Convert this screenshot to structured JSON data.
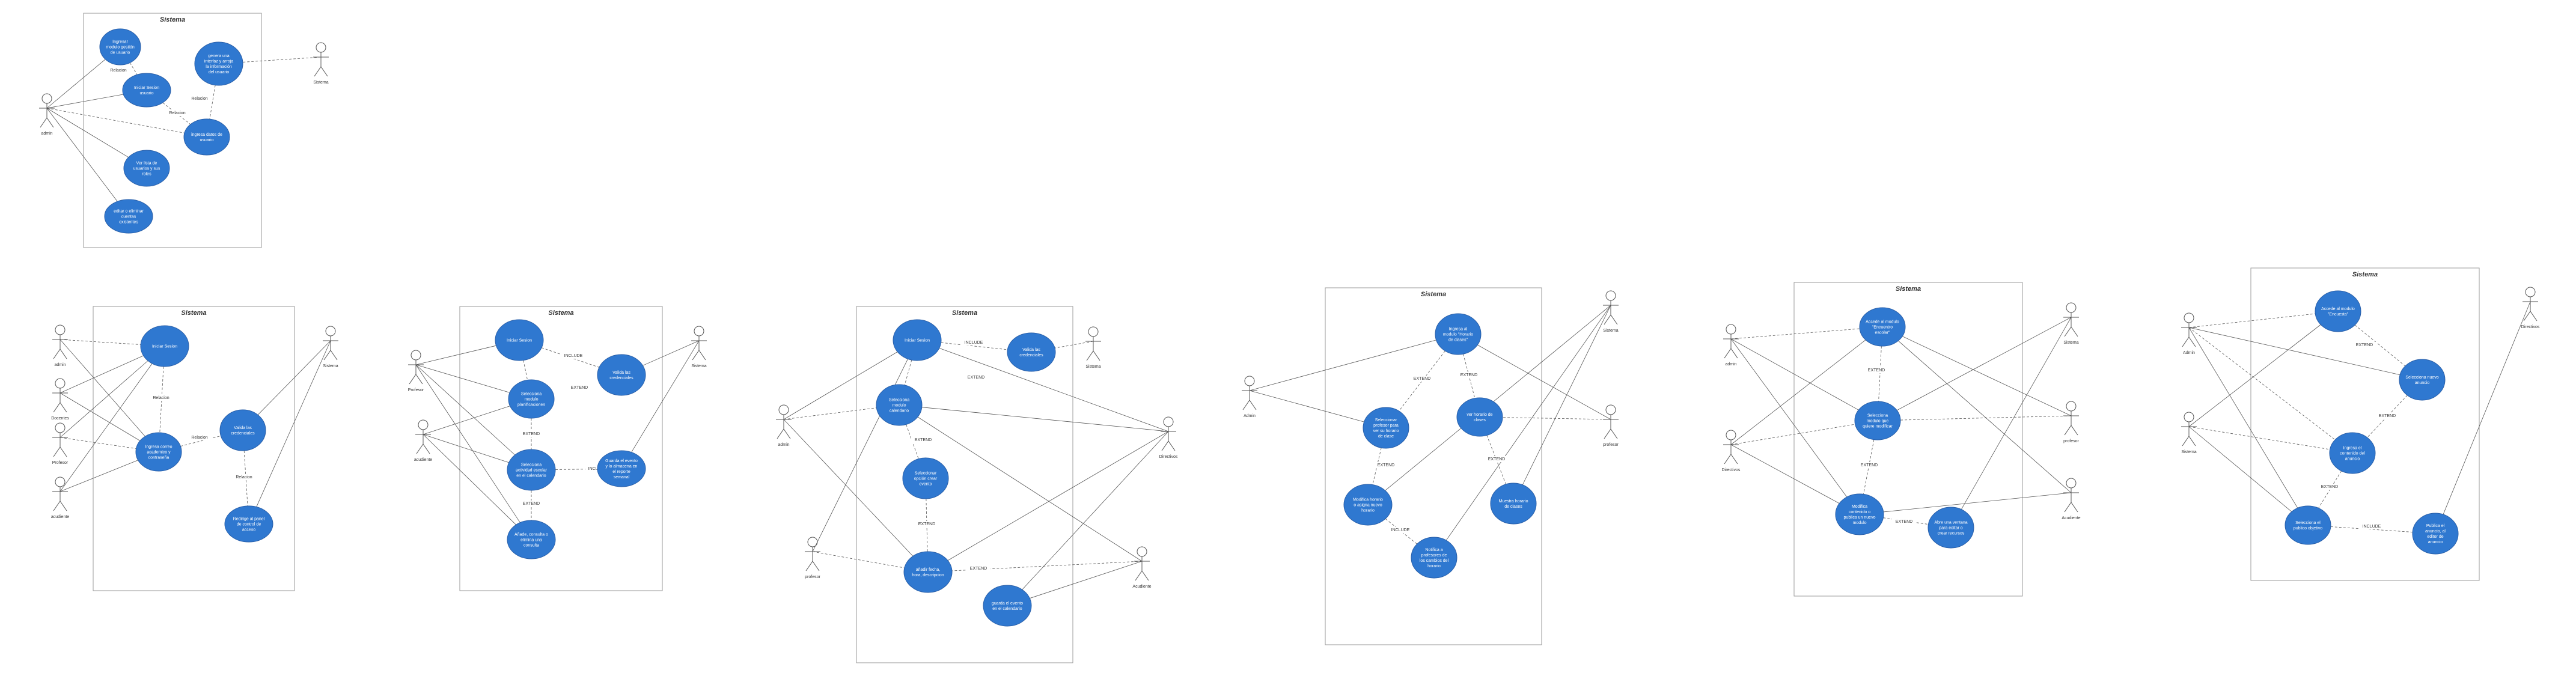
{
  "colors": {
    "usecase_fill": "#2f78d0",
    "usecase_stroke": "#2a5fa8",
    "line": "#555555",
    "boundary": "#999999",
    "background": "#ffffff"
  },
  "icons": {
    "actor": "stick-figure-icon"
  },
  "diagrams": [
    {
      "system_title": "Sistema",
      "actors": [
        {
          "label": "admin"
        },
        {
          "label": "Sistema"
        }
      ],
      "use_cases": [
        {
          "label": "Ingresar modulo gestión de usuario"
        },
        {
          "label": "Iniciar Sesion usuario"
        },
        {
          "label": "genera una interfaz y arroja la información del usuario"
        },
        {
          "label": "ingresa datos de usuario"
        },
        {
          "label": "Ver lista de usuarios y sus roles"
        },
        {
          "label": "editar o eliminar cuentas existentes"
        }
      ],
      "relation_labels": [
        "Relacion",
        "Relacion",
        "Relacion"
      ]
    },
    {
      "system_title": "Sistema",
      "actors": [
        {
          "label": "admin"
        },
        {
          "label": "Docentes"
        },
        {
          "label": "Profesor"
        },
        {
          "label": "acudiente"
        },
        {
          "label": "Sistema"
        }
      ],
      "use_cases": [
        {
          "label": "Iniciar Sesion"
        },
        {
          "label": "Ingresa correo academico y contraseña"
        },
        {
          "label": "Valida las credenciales"
        },
        {
          "label": "Redirige al panel de control de acceso"
        }
      ],
      "relation_labels": [
        "Relacion",
        "Relacion",
        "Relacion"
      ]
    },
    {
      "system_title": "Sistema",
      "actors": [
        {
          "label": "Profesor"
        },
        {
          "label": "acudiente"
        },
        {
          "label": "Sistema"
        }
      ],
      "use_cases": [
        {
          "label": "Iniciar Sesion"
        },
        {
          "label": "Valida las credenciales"
        },
        {
          "label": "Selecciona modulo planificaciones"
        },
        {
          "label": "Selecciona actividad escolar en el calendario"
        },
        {
          "label": "Guarda el evento y lo almacena en el reporte semanal"
        },
        {
          "label": "Añade, consulta o elimina una consulta"
        }
      ],
      "relation_labels": [
        "INCLUDE",
        "EXTEND",
        "EXTEND",
        "INCLUDE",
        "EXTEND"
      ]
    },
    {
      "system_title": "Sistema",
      "actors": [
        {
          "label": "admin"
        },
        {
          "label": "profesor"
        },
        {
          "label": "Sistema"
        },
        {
          "label": "Directivos"
        },
        {
          "label": "Acudiente"
        }
      ],
      "use_cases": [
        {
          "label": "Iniciar Sesion"
        },
        {
          "label": "Valida las credenciales"
        },
        {
          "label": "Selecciona modulo calendario"
        },
        {
          "label": "Seleccionar opción crear evento"
        },
        {
          "label": "añadir fecha, hora, descripcion"
        },
        {
          "label": "guarda el evento en el calendario"
        }
      ],
      "relation_labels": [
        "INCLUDE",
        "EXTEND",
        "EXTEND",
        "EXTEND",
        "EXTEND"
      ]
    },
    {
      "system_title": "Sistema",
      "actors": [
        {
          "label": "Admin"
        },
        {
          "label": "Sistema"
        },
        {
          "label": "profesor"
        }
      ],
      "use_cases": [
        {
          "label": "Ingresa al modulo \"Horario de clases\""
        },
        {
          "label": "Seleccionar profesor para ver su horario de clase"
        },
        {
          "label": "ver horario de clases"
        },
        {
          "label": "Modifica horario o asigna nuevo horario"
        },
        {
          "label": "Muestra horario de clases"
        },
        {
          "label": "Notifica a profesores de los cambios del horario"
        }
      ],
      "relation_labels": [
        "EXTEND",
        "EXTEND",
        "EXTEND",
        "EXTEND",
        "INCLUDE"
      ]
    },
    {
      "system_title": "Sistema",
      "actors": [
        {
          "label": "admin"
        },
        {
          "label": "Directivos"
        },
        {
          "label": "Sistema"
        },
        {
          "label": "profesor"
        },
        {
          "label": "Acudiente"
        }
      ],
      "use_cases": [
        {
          "label": "Accede al modulo \"Encuentro escolar\""
        },
        {
          "label": "Selecciona modulo que quiere modificar"
        },
        {
          "label": "Modifica contenido o publica un nuevo modulo"
        },
        {
          "label": "Abre una ventana para editar o crear recursos"
        }
      ],
      "relation_labels": [
        "EXTEND",
        "EXTEND",
        "EXTEND"
      ]
    },
    {
      "system_title": "Sistema",
      "actors": [
        {
          "label": "Admin"
        },
        {
          "label": "Sistema"
        },
        {
          "label": "Directivos"
        }
      ],
      "use_cases": [
        {
          "label": "Accede al modulo \"Encuesta\""
        },
        {
          "label": "Selecciona nuevo anuncio"
        },
        {
          "label": "Ingresa el contenido del anuncio"
        },
        {
          "label": "Selecciona el publico objetivo"
        },
        {
          "label": "Publica el anuncio, al editor de anuncio"
        }
      ],
      "relation_labels": [
        "EXTEND",
        "EXTEND",
        "EXTEND",
        "INCLUDE"
      ]
    }
  ]
}
